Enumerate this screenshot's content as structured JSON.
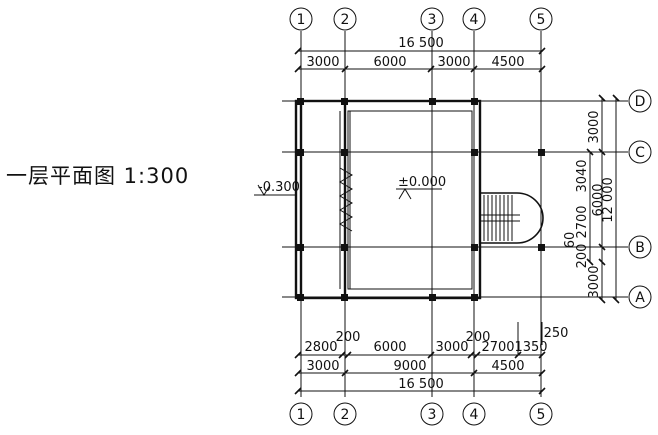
{
  "title": "一层平面图  1:300",
  "axes_x": [
    "1",
    "2",
    "3",
    "4",
    "5"
  ],
  "axes_y": [
    "A",
    "B",
    "C",
    "D"
  ],
  "dims_top": {
    "total": "16 500",
    "segments": [
      "3000",
      "6000",
      "3000",
      "4500"
    ]
  },
  "dims_bottom": {
    "row1": [
      "2800",
      "6000",
      "3000",
      "2700",
      "1350"
    ],
    "row2": [
      "3000",
      "9000",
      "4500"
    ],
    "total": "16 500",
    "small": [
      "200",
      "200",
      "250"
    ]
  },
  "dims_right": {
    "col1": [
      "3000",
      "3040",
      "2700",
      "60",
      "200",
      "3000"
    ],
    "col2": [
      "6000"
    ],
    "total": "12 000"
  },
  "levels": {
    "outside": "-0.300",
    "inside": "±0.000"
  },
  "colors": {
    "line": "#111111",
    "background": "#ffffff"
  }
}
